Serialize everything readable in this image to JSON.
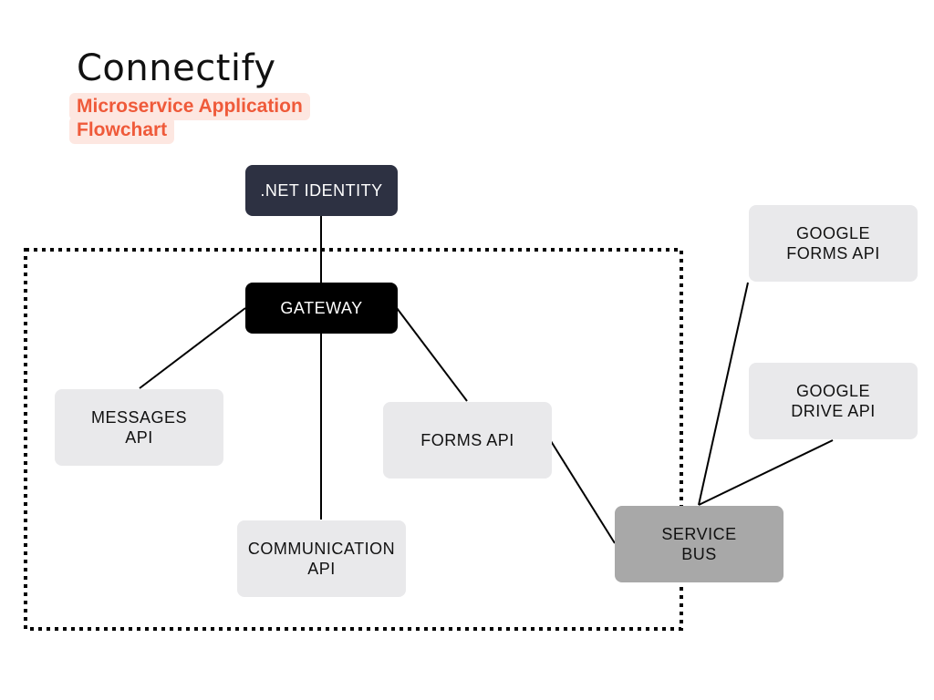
{
  "title": "Connectify",
  "subtitle": {
    "line1": "Microservice Application",
    "line2": "Flowchart"
  },
  "colors": {
    "accent": "#ef5a3a",
    "accent_bg": "#fde7e1",
    "identity_bg": "#2d3142",
    "gateway_bg": "#000000",
    "service_bus_bg": "#a8a8a8",
    "api_bg": "#e9e9eb"
  },
  "nodes": {
    "net_identity": ".NET IDENTITY",
    "gateway": "GATEWAY",
    "messages_api": "MESSAGES\nAPI",
    "forms_api": "FORMS API",
    "communication_api": "COMMUNICATION\nAPI",
    "service_bus": "SERVICE\nBUS",
    "google_forms_api": "GOOGLE\nFORMS API",
    "google_drive_api": "GOOGLE\nDRIVE API"
  },
  "edges": [
    {
      "from": "net_identity",
      "to": "gateway"
    },
    {
      "from": "gateway",
      "to": "messages_api"
    },
    {
      "from": "gateway",
      "to": "communication_api"
    },
    {
      "from": "gateway",
      "to": "forms_api"
    },
    {
      "from": "forms_api",
      "to": "service_bus"
    },
    {
      "from": "service_bus",
      "to": "google_forms_api"
    },
    {
      "from": "service_bus",
      "to": "google_drive_api"
    }
  ],
  "boundary": "dotted container around gateway and internal APIs"
}
